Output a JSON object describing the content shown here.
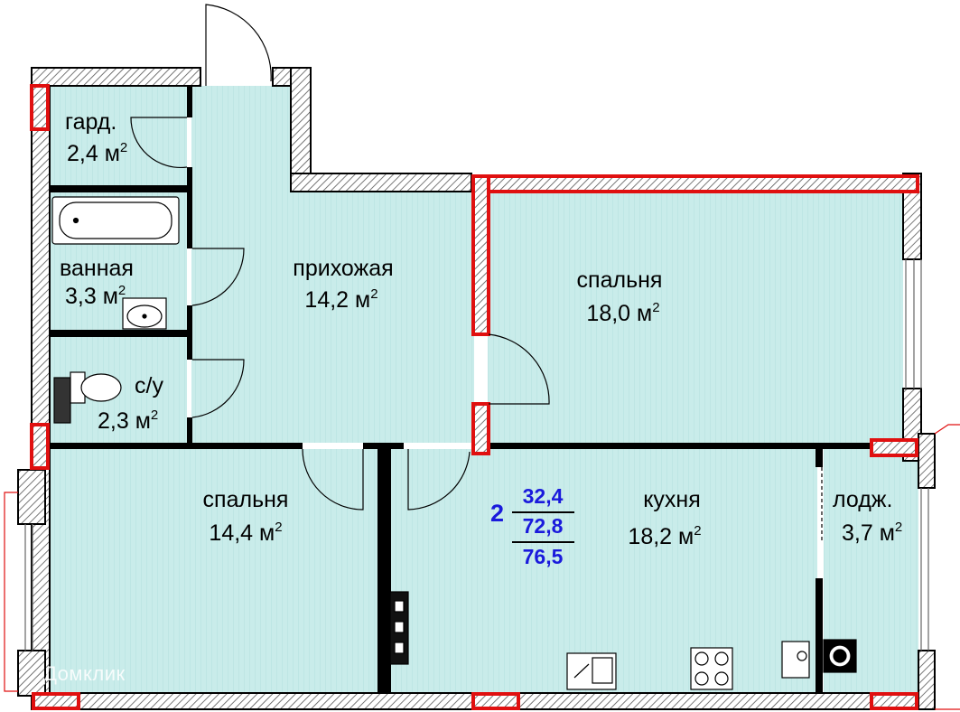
{
  "rooms": {
    "wardrobe": {
      "name": "гард.",
      "area": "2,4 м",
      "unit_sup": "2"
    },
    "bathroom": {
      "name": "ванная",
      "area": "3,3 м",
      "unit_sup": "2"
    },
    "toilet": {
      "name": "с/у",
      "area": "2,3 м",
      "unit_sup": "2"
    },
    "hallway": {
      "name": "прихожая",
      "area": "14,2 м",
      "unit_sup": "2"
    },
    "bedroom1": {
      "name": "спальня",
      "area": "18,0 м",
      "unit_sup": "2"
    },
    "bedroom2": {
      "name": "спальня",
      "area": "14,4 м",
      "unit_sup": "2"
    },
    "kitchen": {
      "name": "кухня",
      "area": "18,2 м",
      "unit_sup": "2"
    },
    "loggia": {
      "name": "лодж.",
      "area": "3,7 м",
      "unit_sup": "2"
    }
  },
  "summary": {
    "rooms_count": "2",
    "living_area": "32,4",
    "total_area": "72,8",
    "area_with_loggia": "76,5"
  },
  "watermark": "Домклик",
  "colors": {
    "floor": "#c8ecea",
    "wall": "#000000",
    "highlight": "#e01010",
    "numbers": "#1a1adc"
  }
}
